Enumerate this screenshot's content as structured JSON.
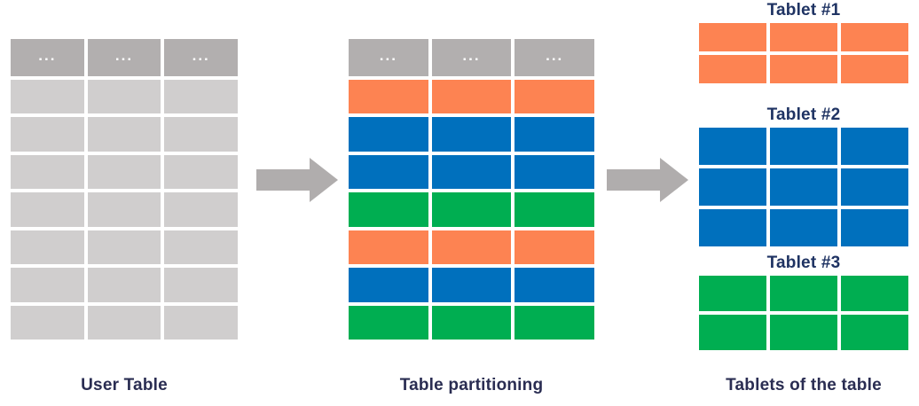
{
  "diagram": {
    "type": "table-partitioning-flow",
    "colors": {
      "header_grey": "#B2AFAF",
      "cell_grey": "#D0CECE",
      "orange": "#FD8352",
      "blue": "#0070BD",
      "green": "#00AE51",
      "title_navy": "#1F3363",
      "caption_navy": "#2A2D52",
      "arrow_grey": "#B0ADAD",
      "background": "#FFFFFF"
    }
  },
  "user_table": {
    "caption": "User Table",
    "column_count": 3,
    "header_cells": [
      "...",
      "...",
      "..."
    ],
    "rows": [
      {
        "color": "grey",
        "cells": [
          "",
          "",
          ""
        ]
      },
      {
        "color": "grey",
        "cells": [
          "",
          "",
          ""
        ]
      },
      {
        "color": "grey",
        "cells": [
          "",
          "",
          ""
        ]
      },
      {
        "color": "grey",
        "cells": [
          "",
          "",
          ""
        ]
      },
      {
        "color": "grey",
        "cells": [
          "",
          "",
          ""
        ]
      },
      {
        "color": "grey",
        "cells": [
          "",
          "",
          ""
        ]
      },
      {
        "color": "grey",
        "cells": [
          "",
          "",
          ""
        ]
      }
    ]
  },
  "partition_table": {
    "caption": "Table partitioning",
    "column_count": 3,
    "header_cells": [
      "...",
      "...",
      "..."
    ],
    "rows": [
      {
        "color": "orange",
        "cells": [
          "",
          "",
          ""
        ]
      },
      {
        "color": "blue",
        "cells": [
          "",
          "",
          ""
        ]
      },
      {
        "color": "blue",
        "cells": [
          "",
          "",
          ""
        ]
      },
      {
        "color": "green",
        "cells": [
          "",
          "",
          ""
        ]
      },
      {
        "color": "orange",
        "cells": [
          "",
          "",
          ""
        ]
      },
      {
        "color": "blue",
        "cells": [
          "",
          "",
          ""
        ]
      },
      {
        "color": "green",
        "cells": [
          "",
          "",
          ""
        ]
      }
    ]
  },
  "arrows": [
    {
      "name": "arrow-user-to-partition",
      "direction": "right"
    },
    {
      "name": "arrow-partition-to-tablets",
      "direction": "right"
    }
  ],
  "tablets": {
    "caption": "Tablets of the table",
    "items": [
      {
        "title": "Tablet #1",
        "color": "orange",
        "column_count": 3,
        "rows": [
          {
            "cells": [
              "",
              "",
              ""
            ]
          },
          {
            "cells": [
              "",
              "",
              ""
            ]
          }
        ]
      },
      {
        "title": "Tablet #2",
        "color": "blue",
        "column_count": 3,
        "rows": [
          {
            "cells": [
              "",
              "",
              ""
            ]
          },
          {
            "cells": [
              "",
              "",
              ""
            ]
          },
          {
            "cells": [
              "",
              "",
              ""
            ]
          }
        ]
      },
      {
        "title": "Tablet #3",
        "color": "green",
        "column_count": 3,
        "rows": [
          {
            "cells": [
              "",
              "",
              ""
            ]
          },
          {
            "cells": [
              "",
              "",
              ""
            ]
          }
        ]
      }
    ]
  }
}
